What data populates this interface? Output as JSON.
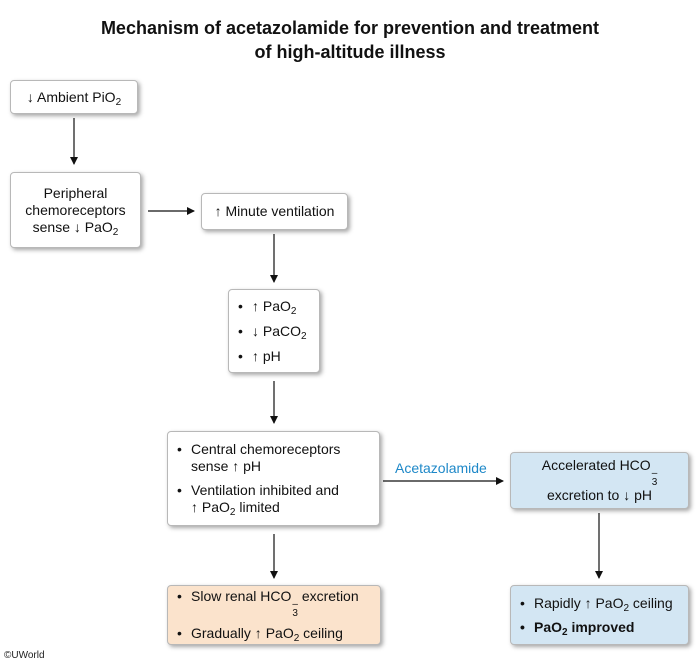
{
  "title": {
    "line1": "Mechanism of acetazolamide for prevention and treatment",
    "line2": "of high-altitude illness"
  },
  "nodes": {
    "ambient": {
      "prefix": "↓ Ambient PiO",
      "sub": "2"
    },
    "peripheral": {
      "line1": "Peripheral",
      "line2": "chemoreceptors",
      "line3_prefix": "sense ↓ PaO",
      "line3_sub": "2"
    },
    "minute": {
      "text": "↑ Minute ventilation"
    },
    "gas": {
      "bullet": "•",
      "item1_prefix": "↑ PaO",
      "item1_sub": "2",
      "item2_prefix": "↓ PaCO",
      "item2_sub": "2",
      "item3": "↑ pH"
    },
    "central": {
      "bullet": "•",
      "item1_line1": "Central chemoreceptors",
      "item1_line2": "sense ↑ pH",
      "item2_line1": "Ventilation inhibited and",
      "item2_line2_prefix": "↑ PaO",
      "item2_line2_sub": "2",
      "item2_line2_suffix": " limited"
    },
    "slow": {
      "bullet": "•",
      "item1_prefix": "Slow renal HCO",
      "item1_sub": "3",
      "item1_sup": "–",
      "item1_suffix": " excretion",
      "item2_prefix": "Gradually ↑ PaO",
      "item2_sub": "2",
      "item2_suffix": " ceiling"
    },
    "accelerated": {
      "line1_prefix": "Accelerated HCO",
      "line1_sub": "3",
      "line1_sup": "–",
      "line2": "excretion to ↓ pH"
    },
    "rapid": {
      "bullet": "•",
      "item1_prefix": "Rapidly ↑ PaO",
      "item1_sub": "2",
      "item1_suffix": " ceiling",
      "item2_prefix": "PaO",
      "item2_sub": "2",
      "item2_suffix": " improved"
    }
  },
  "edge_label": "Acetazolamide",
  "copyright": "©UWorld",
  "colors": {
    "orange_box": "#fbe3cc",
    "blue_box": "#d3e6f3",
    "label_blue": "#1e88c8"
  }
}
